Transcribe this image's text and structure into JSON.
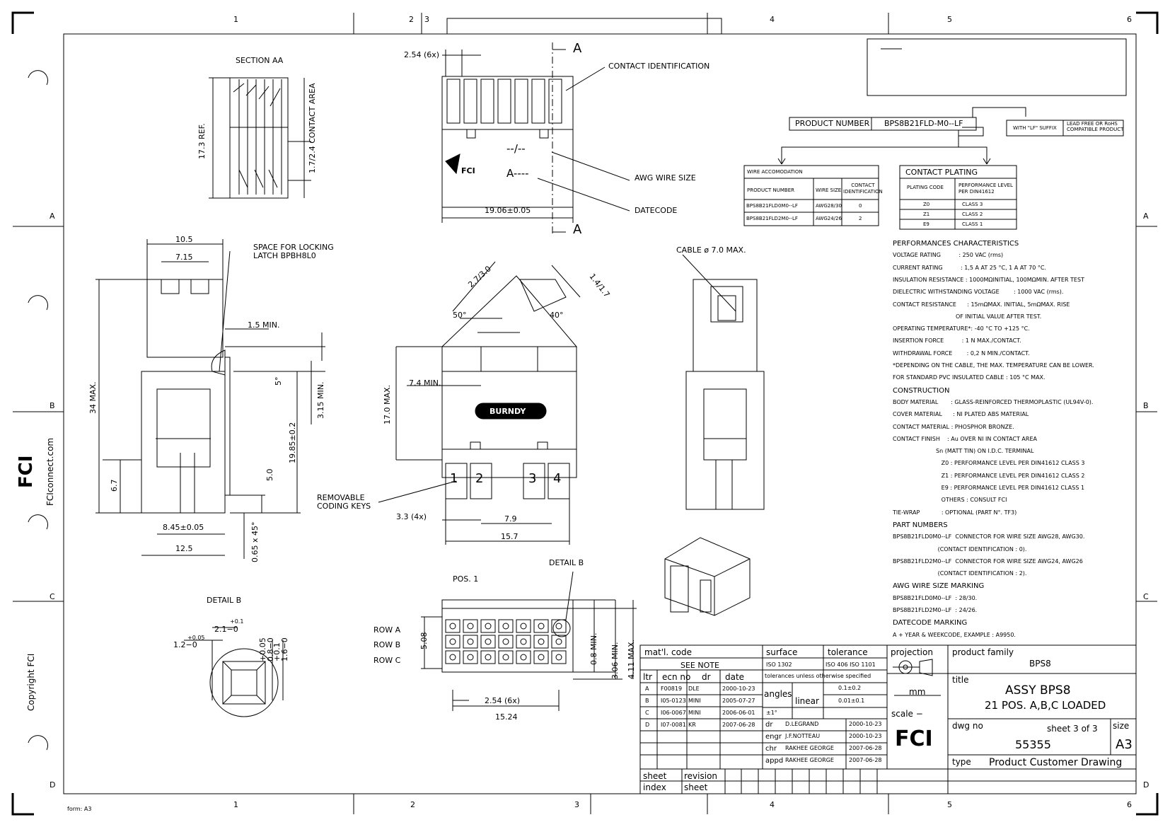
{
  "frame": {
    "cols_top": [
      "1",
      "2",
      "3",
      "4",
      "5",
      "6"
    ],
    "cols_bottom": [
      "1",
      "2",
      "3",
      "4",
      "5",
      "6"
    ],
    "rows": [
      "A",
      "B",
      "C",
      "D"
    ],
    "form": "form: A3",
    "copyright": "Copyright FCI",
    "website": "FCIconnect.com"
  },
  "views": {
    "section_aa": {
      "title": "SECTION AA",
      "height_ref": "17.3 REF.",
      "contact_area": "1.7/2.4 CONTACT AREA"
    },
    "front": {
      "pitch": "2.54 (6x)",
      "cut_a": "A",
      "contact_id": "CONTACT IDENTIFICATION",
      "awg_field": "--/--",
      "date_field": "A----",
      "awg_label": "AWG WIRE SIZE",
      "date_label": "DATECODE",
      "width": "19.06±0.05",
      "logo": "FCI"
    },
    "side": {
      "w1": "10.5",
      "w2": "7.15",
      "latch": "SPACE FOR LOCKING\nLATCH BPBH8L0",
      "min15": "1.5 MIN.",
      "angle": "5°",
      "h_max": "34 MAX.",
      "d315": "3.15 MIN.",
      "d1985": "19.85±0.2",
      "d67": "6.7",
      "d50": "5.0",
      "d845": "8.45±0.05",
      "d125": "12.5",
      "chamfer": "0.65 x 45°"
    },
    "iso": {
      "d27": "2.7/3.0",
      "d14": "1.4/1.7",
      "a50": "50°",
      "a40": "40°",
      "d74": "7.4 MIN.",
      "d17": "17.0 MAX.",
      "brand": "BURNDY",
      "keys": [
        "1",
        "2",
        "3",
        "4"
      ],
      "removable": "REMOVABLE\nCODING KEYS",
      "d33": "3.3 (4x)",
      "d79": "7.9",
      "d157": "15.7"
    },
    "right": {
      "cable": "CABLE ø 7.0 MAX."
    },
    "bottom": {
      "detail_b": "DETAIL B",
      "pos1": "POS. 1",
      "rows": [
        "ROW A",
        "ROW B",
        "ROW C"
      ],
      "d508": "5.08",
      "d08": "0.8 MIN.",
      "d306": "3.06 MIN.",
      "d411": "4.11 MAX.",
      "d254": "2.54 (6x)",
      "d1524": "15.24"
    },
    "detail": {
      "title": "DETAIL B",
      "a": "+0.1",
      "b": "2.1−0",
      "c": "+0.05",
      "d": "1.2−0",
      "e": "+0.05\n0.8−0",
      "f": "+0.1\n1.6−0"
    }
  },
  "product": {
    "label": "PRODUCT NUMBER",
    "number": "BPS8B21FLD-M0--LF",
    "suffix_label": "WITH \"LF\" SUFFIX",
    "suffix_text": "LEAD FREE OR RoHS\nCOMPATIBLE PRODUCT"
  },
  "wire_table": {
    "title": "WIRE ACCOMODATION",
    "headers": [
      "PRODUCT NUMBER",
      "WIRE SIZE",
      "CONTACT\nIDENTIFICATION"
    ],
    "rows": [
      [
        "BPS8B21FLD0M0--LF",
        "AWG28/30",
        "0"
      ],
      [
        "BPS8B21FLD2M0--LF",
        "AWG24/26",
        "2"
      ]
    ]
  },
  "plating_table": {
    "title": "CONTACT PLATING",
    "headers": [
      "PLATING CODE",
      "PERFORMANCE LEVEL\nPER DIN41612"
    ],
    "rows": [
      [
        "Z0",
        "CLASS 3"
      ],
      [
        "Z1",
        "CLASS 2"
      ],
      [
        "E9",
        "CLASS 1"
      ]
    ]
  },
  "specs": [
    "PERFORMANCES CHARACTERISTICS",
    "VOLTAGE RATING          : 250 VAC (rms)",
    "CURRENT RATING          : 1,5 A AT 25 °C, 1 A AT 70 °C.",
    "INSULATION RESISTANCE : 1000MΩINITIAL, 100MΩMIN. AFTER TEST",
    "DIELECTRIC WITHSTANDING VOLTAGE        : 1000 VAC (rms).",
    "CONTACT RESISTANCE      : 15mΩMAX. INITIAL, 5mΩMAX. RISE",
    "                                   OF INITIAL VALUE AFTER TEST.",
    "OPERATING TEMPERATURE*: -40 °C TO +125 °C.",
    "INSERTION FORCE          : 1 N MAX./CONTACT.",
    "WITHDRAWAL FORCE        : 0,2 N MIN./CONTACT.",
    "*DEPENDING ON THE CABLE, THE MAX. TEMPERATURE CAN BE LOWER.",
    "FOR STANDARD PVC INSULATED CABLE : 105 °C MAX.",
    "CONSTRUCTION",
    "BODY MATERIAL       : GLASS-REINFORCED THERMOPLASTIC (UL94V-0).",
    "COVER MATERIAL      : NI PLATED ABS MATERIAL",
    "CONTACT MATERIAL : PHOSPHOR BRONZE.",
    "CONTACT FINISH    : Au OVER NI IN CONTACT AREA",
    "                        Sn (MATT TIN) ON I.D.C. TERMINAL",
    "                           Z0 : PERFORMANCE LEVEL PER DIN41612 CLASS 3",
    "                           Z1 : PERFORMANCE LEVEL PER DIN41612 CLASS 2",
    "                           E9 : PERFORMANCE LEVEL PER DIN41612 CLASS 1",
    "                           OTHERS : CONSULT FCI",
    "TIE-WRAP            : OPTIONAL (PART N°. TF3)",
    "PART NUMBERS",
    "BPS8B21FLD0M0--LF  CONNECTOR FOR WIRE SIZE AWG28, AWG30.",
    "                         (CONTACT IDENTIFICATION : 0).",
    "BPS8B21FLD2M0--LF  CONNECTOR FOR WIRE SIZE AWG24, AWG26",
    "                         (CONTACT IDENTIFICATION : 2).",
    "AWG WIRE SIZE MARKING",
    "BPS8B21FLD0M0--LF  : 28/30.",
    "BPS8B21FLD2M0--LF  : 24/26.",
    "DATECODE MARKING",
    "A + YEAR & WEEKCODE, EXAMPLE : A9950."
  ],
  "title_block": {
    "matl_label": "mat'l. code",
    "matl_value": "SEE NOTE",
    "surface_label": "surface",
    "surface_value": "ISO 1302",
    "tolerance_label": "tolerance",
    "tolerance_value": "ISO 406  ISO 1101",
    "projection": "projection",
    "product_family_label": "product family",
    "product_family": "BPS8",
    "ltr": "ltr",
    "ecn": "ecn no",
    "dr": "dr",
    "date": "date",
    "tol_note": "tolerances unless otherwise specified",
    "revisions": [
      [
        "A",
        "F00819",
        "DLE",
        "2000-10-23"
      ],
      [
        "B",
        "I05-0123",
        "MINI",
        "2005-07-27"
      ],
      [
        "C",
        "I06-0067",
        "MINI",
        "2006-06-01"
      ],
      [
        "D",
        "I07-0081",
        "KR",
        "2007-06-28"
      ]
    ],
    "angles": "angles",
    "angles_val": "±1°",
    "linear": "linear",
    "lin1": "0.1±0.2",
    "lin2": "0.01±0.1",
    "unit": "mm",
    "scale": "scale   −",
    "title_label": "title",
    "title1": "ASSY BPS8",
    "title2": "21 POS. A,B,C LOADED",
    "people": [
      [
        "dr",
        "D.LEGRAND",
        "2000-10-23"
      ],
      [
        "engr",
        "J.F.NOTTEAU",
        "2000-10-23"
      ],
      [
        "chr",
        "RAKHEE GEORGE",
        "2007-06-28"
      ],
      [
        "appd",
        "RAKHEE GEORGE",
        "2007-06-28"
      ]
    ],
    "dwg_label": "dwg no",
    "sheet_of": "sheet 3 of 3",
    "dwg_no": "55355",
    "size_label": "size",
    "size": "A3",
    "type_label": "type",
    "type": "Product Customer Drawing",
    "sheet": "sheet",
    "revision": "revision",
    "index": "index",
    "sheet2": "sheet",
    "logo": "FCI"
  }
}
